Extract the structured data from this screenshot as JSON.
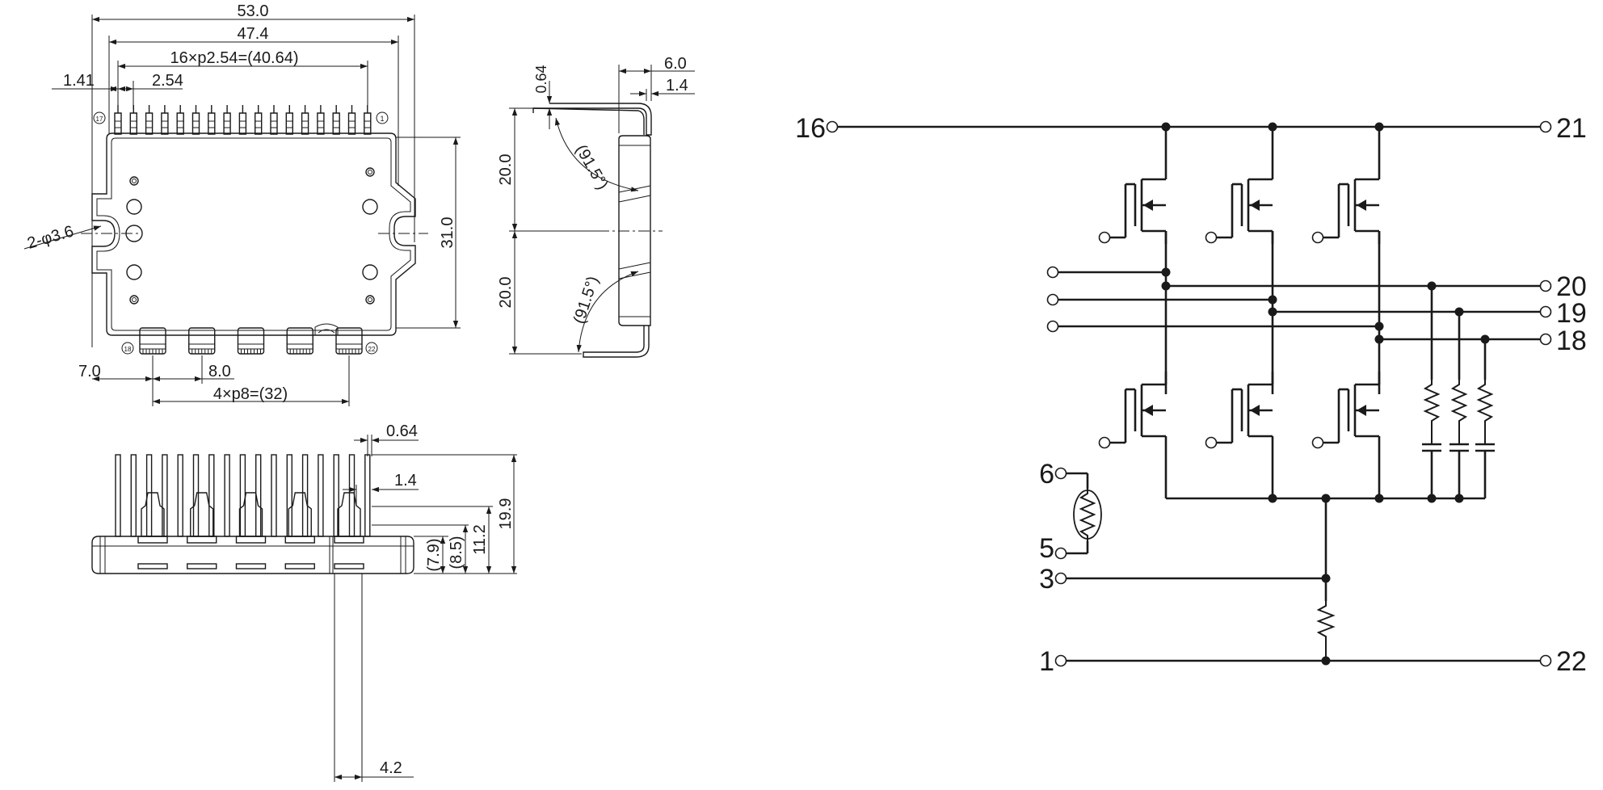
{
  "drawing": {
    "top_view": {
      "dim_overall_width": "53.0",
      "dim_body_width": "47.4",
      "dim_pin_span": "16×p2.54=(40.64)",
      "dim_pin_offset": "1.41",
      "dim_pin_pitch": "2.54",
      "dim_height": "31.0",
      "dim_hole": "2-φ3.6",
      "dim_large_pin_offset": "7.0",
      "dim_large_pin_pitch": "8.0",
      "dim_large_pin_span": "4×p8=(32)",
      "pin_label_17": "⑰",
      "pin_label_1": "①",
      "pin_label_18": "⑱",
      "pin_label_22": "㉒"
    },
    "side_view": {
      "dim_lead_thickness": "0.64",
      "dim_depth": "6.0",
      "dim_lead_offset": "1.4",
      "dim_upper_half": "20.0",
      "dim_lower_half": "20.0",
      "angle_upper": "(91.5°)",
      "angle_lower": "(91.5°)"
    },
    "front_view": {
      "dim_pin_thickness": "0.64",
      "dim_pin_offset": "1.4",
      "dim_total_height": "19.9",
      "dim_height_11_2": "11.2",
      "dim_height_8_5": "(8.5)",
      "dim_height_7_9": "(7.9)",
      "dim_pin_width": "4.2"
    }
  },
  "schematic": {
    "terminals": {
      "t16": "16",
      "t21": "21",
      "t20": "20",
      "t19": "19",
      "t18": "18",
      "t6": "6",
      "t5": "5",
      "t3": "3",
      "t1": "1",
      "t22": "22"
    }
  }
}
